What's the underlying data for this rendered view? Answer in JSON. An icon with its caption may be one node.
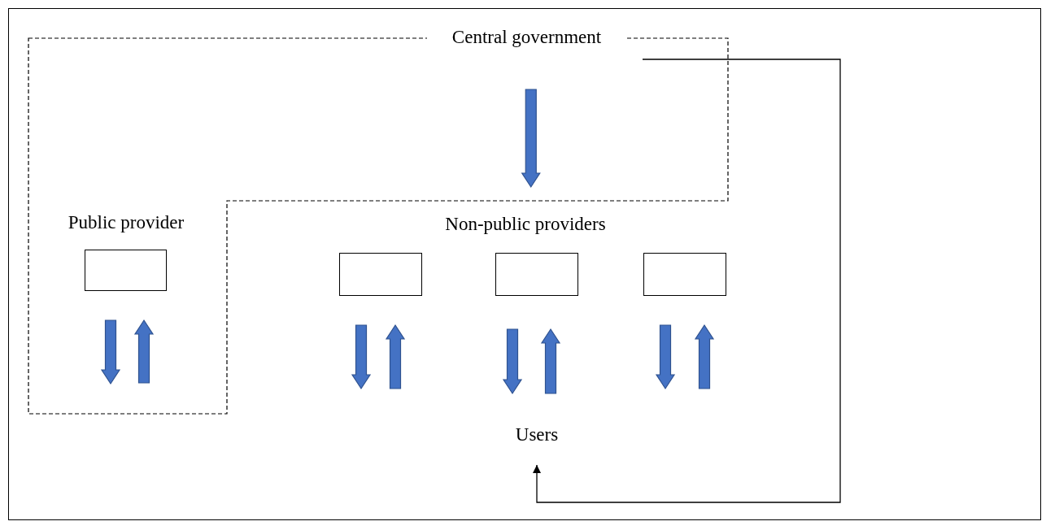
{
  "diagram": {
    "nodes": [
      {
        "text": [],
        "shape": "box"
      },
      {
        "text": [
          "Central government"
        ]
      },
      {
        "text": [
          "Public provider"
        ],
        "in": 0
      },
      {
        "text": [
          "Non-public providers"
        ]
      },
      {
        "text": [],
        "shape": "box"
      },
      {
        "text": [],
        "shape": "box"
      },
      {
        "text": [],
        "shape": "box"
      },
      {
        "text": [
          "Users"
        ]
      }
    ],
    "edges": [
      {
        "from": 1,
        "to": 3,
        "arrow": "to",
        "style": "thick"
      },
      {
        "from": 2,
        "to": null,
        "arrow": "to",
        "style": "thick"
      },
      {
        "from": null,
        "to": 2,
        "arrow": "to",
        "style": "thick"
      },
      {
        "from": 4,
        "to": null,
        "arrow": "to",
        "style": "thick"
      },
      {
        "from": null,
        "to": 4,
        "arrow": "to",
        "style": "thick"
      },
      {
        "from": 5,
        "to": 7,
        "arrow": "to",
        "style": "thick"
      },
      {
        "from": 7,
        "to": 5,
        "arrow": "to",
        "style": "thick"
      },
      {
        "from": 6,
        "to": null,
        "arrow": "to",
        "style": "thick"
      },
      {
        "from": null,
        "to": 6,
        "arrow": "to",
        "style": "thick"
      },
      {
        "from": 1,
        "to": 7,
        "arrow": "to",
        "color": "#000000"
      }
    ]
  }
}
